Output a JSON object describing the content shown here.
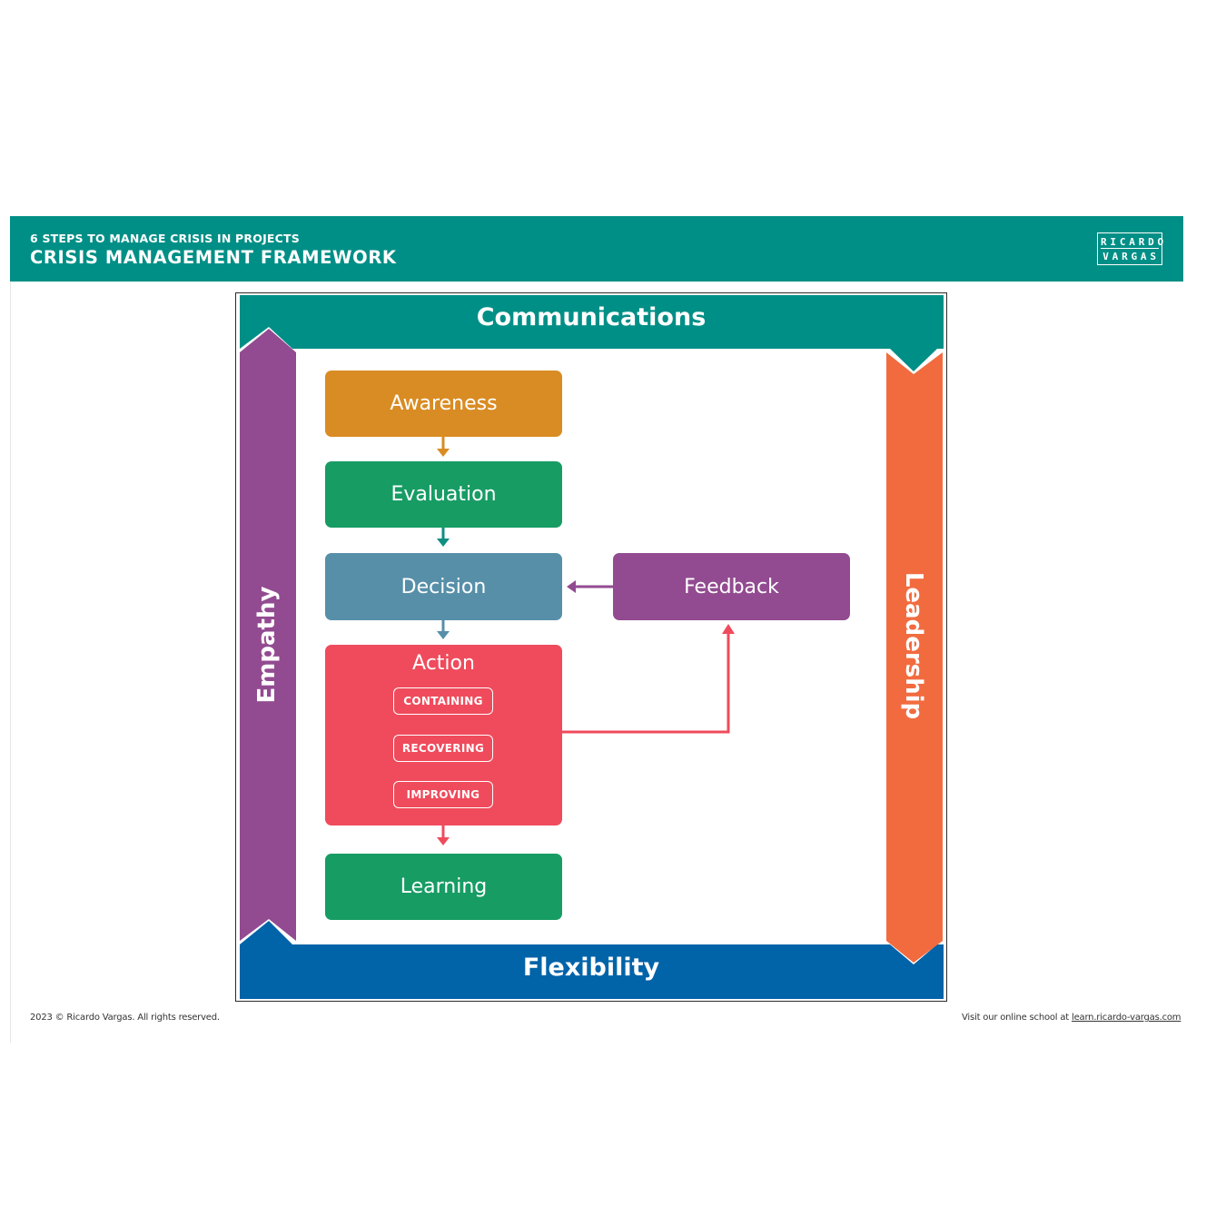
{
  "header": {
    "subtitle": "6 STEPS TO MANAGE CRISIS IN PROJECTS",
    "title": "CRISIS MANAGEMENT FRAMEWORK",
    "logo_line1": "RICARDO",
    "logo_line2": "VARGAS"
  },
  "frame": {
    "top_band": "Communications",
    "bottom_band": "Flexibility",
    "left_band": "Empathy",
    "right_band": "Leadership"
  },
  "steps": {
    "awareness": "Awareness",
    "evaluation": "Evaluation",
    "decision": "Decision",
    "feedback": "Feedback",
    "action": "Action",
    "learning": "Learning"
  },
  "action_substeps": [
    "CONTAINING",
    "RECOVERING",
    "IMPROVING"
  ],
  "footer": {
    "copyright": "2023 © Ricardo Vargas. All rights reserved.",
    "visit_text": "Visit our online school at ",
    "visit_link": "learn.ricardo-vargas.com"
  },
  "colors": {
    "teal": "#008f86",
    "purple": "#924b90",
    "orange": "#f26b3f",
    "blue": "#0163a8",
    "awareness": "#d98c23",
    "green": "#179c64",
    "decision": "#578fa9",
    "action": "#ef4b5c"
  }
}
